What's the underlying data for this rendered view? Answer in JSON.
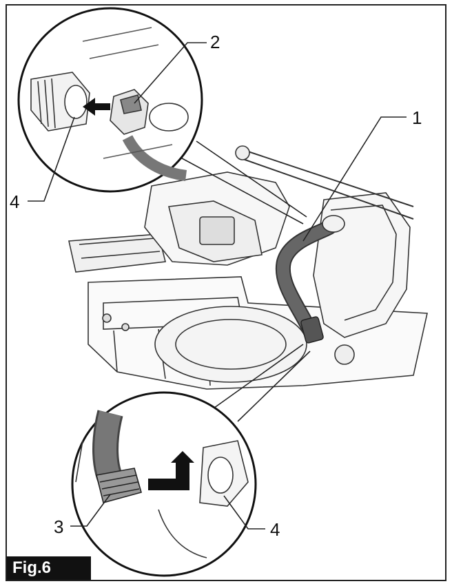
{
  "figure": {
    "label": "Fig.6",
    "callouts": {
      "c1": "1",
      "c2": "2",
      "c3": "3",
      "c4_top": "4",
      "c4_bottom": "4"
    }
  },
  "colors": {
    "line": "#222222",
    "hose": "#555555",
    "label_bg": "#111111",
    "label_text": "#ffffff"
  }
}
